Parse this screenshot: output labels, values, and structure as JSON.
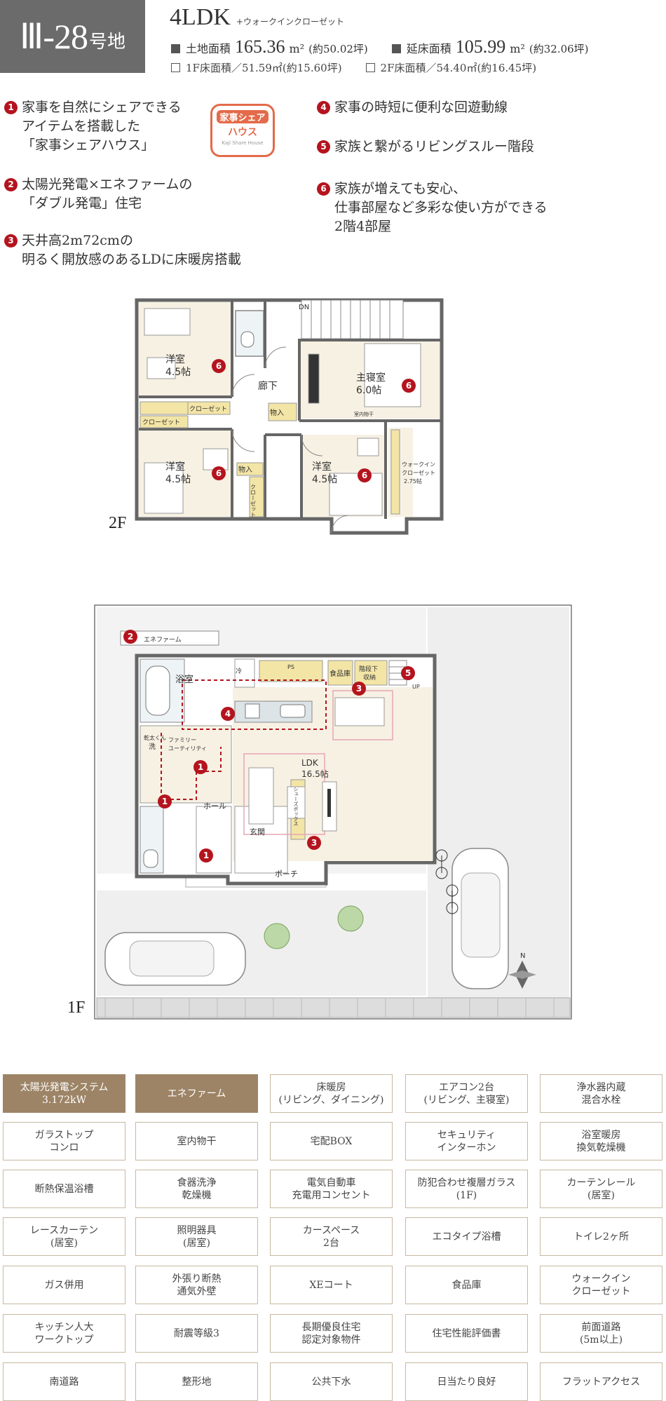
{
  "header": {
    "lot_number": "Ⅲ-28",
    "lot_suffix": "号地",
    "layout_type": "4LDK",
    "layout_note": "+ウォークインクローゼット",
    "land_area_label": "土地面積",
    "land_area_value": "165.36",
    "land_area_unit": "m²",
    "land_area_tsubo": "(約50.02坪)",
    "floor_area_label": "延床面積",
    "floor_area_value": "105.99",
    "floor_area_unit": "m²",
    "floor_area_tsubo": "(約32.06坪)",
    "floor1_area": "1F床面積／51.59㎡(約15.60坪)",
    "floor2_area": "2F床面積／54.40㎡(約16.45坪)"
  },
  "features": [
    {
      "num": "1",
      "lines": [
        "家事を自然にシェアできる",
        "アイテムを搭載した",
        "「家事シェアハウス」"
      ]
    },
    {
      "num": "2",
      "lines": [
        "太陽光発電×エネファームの",
        "「ダブル発電」住宅"
      ]
    },
    {
      "num": "3",
      "lines": [
        "天井高2m72cmの",
        "明るく開放感のあるLDに床暖房搭載"
      ]
    },
    {
      "num": "4",
      "lines": [
        "家事の時短に便利な回遊動線"
      ]
    },
    {
      "num": "5",
      "lines": [
        "家族と繋がるリビングスルー階段"
      ]
    },
    {
      "num": "6",
      "lines": [
        "家族が増えても安心、",
        "仕事部屋など多彩な使い方ができる",
        "2階4部屋"
      ]
    }
  ],
  "logo": {
    "line1": "家事シェア",
    "line2": "ハウス",
    "line3": "Kaji Share House"
  },
  "floor2": {
    "label": "2F",
    "rooms": {
      "western_a": "洋室",
      "western_a_size": "4.5帖",
      "western_b": "洋室",
      "western_b_size": "4.5帖",
      "western_c": "洋室",
      "western_c_size": "4.5帖",
      "master": "主寝室",
      "master_size": "6.0帖",
      "corridor": "廊下",
      "closet_1": "クローゼット",
      "closet_2": "クローゼット",
      "closet_3": "クローゼット",
      "storage_1": "物入",
      "storage_2": "物入",
      "walkin": "ウォークイン",
      "walkin_2": "クローゼット",
      "walkin_size": "2.75帖",
      "indoor_dryer": "室内物干",
      "dn": "DN"
    },
    "markers": {
      "western_a": "6",
      "western_b": "6",
      "western_c": "6",
      "master": "6"
    }
  },
  "floor1": {
    "label": "1F",
    "rooms": {
      "enefarm": "エネファーム",
      "bath": "浴室",
      "ldk": "LDK",
      "ldk_size": "16.5帖",
      "pantry": "食品庫",
      "understair": "階段下",
      "understair_2": "収納",
      "hall": "ホール",
      "entrance": "玄関",
      "porch": "ポーチ",
      "family_utility": "ファミリー",
      "family_utility_2": "ユーティリティ",
      "shoebox": "シューズボックス",
      "wash": "洗",
      "dryer": "乾太くん",
      "ps": "PS",
      "fridge": "冷",
      "up": "UP"
    },
    "markers": {
      "enefarm": "2",
      "stairs": "5",
      "kitchen": "4",
      "dining": "3",
      "living": "3",
      "utility": "1",
      "hall": "1",
      "closet": "1"
    }
  },
  "amenities": [
    {
      "lines": [
        "太陽光発電システム",
        "3.172kW"
      ],
      "highlight": true
    },
    {
      "lines": [
        "エネファーム"
      ],
      "highlight": true
    },
    {
      "lines": [
        "床暖房",
        "(リビング、ダイニング)"
      ],
      "highlight": false
    },
    {
      "lines": [
        "エアコン2台",
        "(リビング、主寝室)"
      ],
      "highlight": false
    },
    {
      "lines": [
        "浄水器内蔵",
        "混合水栓"
      ],
      "highlight": false
    },
    {
      "lines": [
        "ガラストップ",
        "コンロ"
      ],
      "highlight": false
    },
    {
      "lines": [
        "室内物干"
      ],
      "highlight": false
    },
    {
      "lines": [
        "宅配BOX"
      ],
      "highlight": false
    },
    {
      "lines": [
        "セキュリティ",
        "インターホン"
      ],
      "highlight": false
    },
    {
      "lines": [
        "浴室暖房",
        "換気乾燥機"
      ],
      "highlight": false
    },
    {
      "lines": [
        "断熱保温浴槽"
      ],
      "highlight": false
    },
    {
      "lines": [
        "食器洗浄",
        "乾燥機"
      ],
      "highlight": false
    },
    {
      "lines": [
        "電気自動車",
        "充電用コンセント"
      ],
      "highlight": false
    },
    {
      "lines": [
        "防犯合わせ複層ガラス",
        "(1F)"
      ],
      "highlight": false
    },
    {
      "lines": [
        "カーテンレール",
        "(居室)"
      ],
      "highlight": false
    },
    {
      "lines": [
        "レースカーテン",
        "(居室)"
      ],
      "highlight": false
    },
    {
      "lines": [
        "照明器具",
        "(居室)"
      ],
      "highlight": false
    },
    {
      "lines": [
        "カースペース",
        "2台"
      ],
      "highlight": false
    },
    {
      "lines": [
        "エコタイプ浴槽"
      ],
      "highlight": false
    },
    {
      "lines": [
        "トイレ2ヶ所"
      ],
      "highlight": false
    },
    {
      "lines": [
        "ガス併用"
      ],
      "highlight": false
    },
    {
      "lines": [
        "外張り断熱",
        "通気外壁"
      ],
      "highlight": false
    },
    {
      "lines": [
        "XEコート"
      ],
      "highlight": false
    },
    {
      "lines": [
        "食品庫"
      ],
      "highlight": false
    },
    {
      "lines": [
        "ウォークイン",
        "クローゼット"
      ],
      "highlight": false
    },
    {
      "lines": [
        "キッチン人大",
        "ワークトップ"
      ],
      "highlight": false
    },
    {
      "lines": [
        "耐震等級3"
      ],
      "highlight": false
    },
    {
      "lines": [
        "長期優良住宅",
        "認定対象物件"
      ],
      "highlight": false
    },
    {
      "lines": [
        "住宅性能評価書"
      ],
      "highlight": false
    },
    {
      "lines": [
        "前面道路",
        "(5m以上)"
      ],
      "highlight": false
    },
    {
      "lines": [
        "南道路"
      ],
      "highlight": false
    },
    {
      "lines": [
        "整形地"
      ],
      "highlight": false
    },
    {
      "lines": [
        "公共下水"
      ],
      "highlight": false
    },
    {
      "lines": [
        "日当たり良好"
      ],
      "highlight": false
    },
    {
      "lines": [
        "フラットアクセス"
      ],
      "highlight": false
    }
  ],
  "colors": {
    "accent_red": "#b4141e",
    "amenity_highlight": "#9d8466",
    "amenity_border": "#c9b8a0",
    "room_fill": "#f7f1e3",
    "header_gray": "#6b6b6b"
  }
}
